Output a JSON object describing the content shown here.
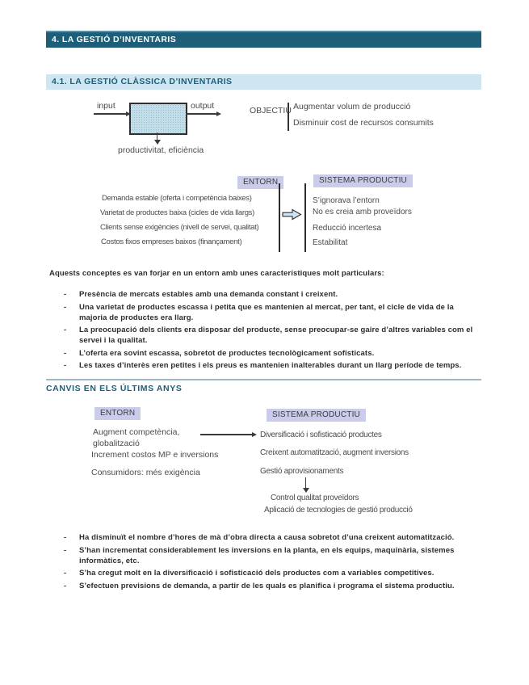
{
  "colors": {
    "header_bg": "#1d5e78",
    "subheader_bg": "#cde6f2",
    "accent_text": "#1d5e78",
    "tag_bg": "#cbcbea",
    "box_fill": "#c3dde9",
    "divider": "#9db9c8"
  },
  "header": {
    "title": "4. LA GESTIÓ D’INVENTARIS"
  },
  "section1": {
    "title": "4.1. LA GESTIÓ CLÀSSICA D’INVENTARIS"
  },
  "diagram": {
    "input_label": "input",
    "output_label": "output",
    "bottom_label": "productivitat, eficiència",
    "objective_label": "OBJECTIU",
    "objectives": [
      "Augmentar volum de producció",
      "Disminuir cost de recursos consumits"
    ]
  },
  "comparison1": {
    "left_title": "ENTORN",
    "right_title": "SISTEMA PRODUCTIU",
    "left_items": [
      "Demanda estable (oferta i competència baixes)",
      "Varietat de productes baixa (cicles de vida llargs)",
      "Clients sense exigències (nivell de servei, qualitat)",
      "Costos fixos empreses baixos (finançament)"
    ],
    "right_items": [
      "S’ignorava l’entorn",
      "No es creia amb proveïdors",
      "Reducció incertesa",
      "Estabilitat"
    ]
  },
  "intro": "Aquests conceptes es van forjar en un entorn amb unes característiques molt particulars:",
  "bullets1": {
    "dash": "-",
    "items": [
      "Presència de mercats estables amb una demanda constant i creixent.",
      "Una varietat de productes escassa i petita que es mantenien al mercat, per tant, el cicle de vida de la majoria de productes era llarg.",
      "La preocupació dels clients era disposar del producte, sense preocupar-se gaire d’altres variables com el servei i la qualitat.",
      "L’oferta era sovint escassa, sobretot de productes tecnològicament sofisticats.",
      "Les taxes d’interès eren petites i els preus es mantenien inalterables durant un llarg període de temps."
    ]
  },
  "section2": {
    "title": "CANVIS EN ELS ÚLTIMS ANYS"
  },
  "comparison2": {
    "left_title": "ENTORN",
    "right_title": "SISTEMA PRODUCTIU",
    "left_items": [
      "Augment competència, globalització",
      "Increment costos MP e inversions",
      "Consumidors: més exigència"
    ],
    "right_items": [
      "Diversificació i sofisticació productes",
      "Creixent automatització, augment inversions",
      "Gestió aprovisionaments"
    ],
    "sub_items": [
      "Control qualitat proveïdors",
      "Aplicació de tecnologies de gestió producció"
    ]
  },
  "bullets2": {
    "dash": "-",
    "items": [
      "Ha disminuït el nombre d’hores de mà d’obra directa a causa sobretot d’una creixent automatització.",
      "S’han incrementat considerablement les inversions en la planta, en els equips, maquinària, sistemes informàtics, etc.",
      "S’ha cregut molt en la diversificació i sofisticació dels productes com a variables competitives.",
      "S’efectuen previsions de demanda, a partir de les quals es planifica i programa el sistema productiu."
    ]
  }
}
